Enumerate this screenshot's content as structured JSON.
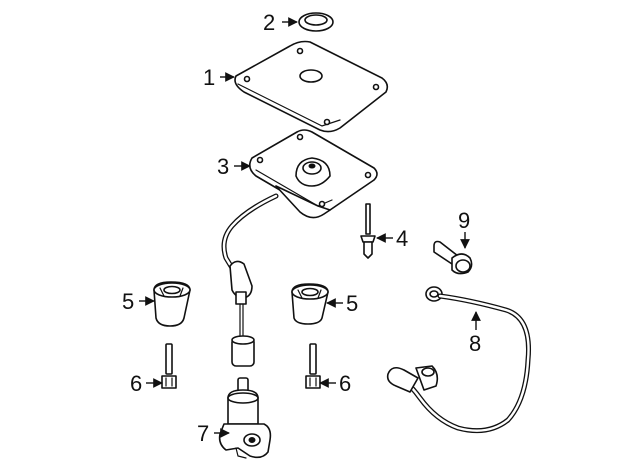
{
  "diagram": {
    "callouts": [
      {
        "id": "1",
        "text": "1"
      },
      {
        "id": "2",
        "text": "2"
      },
      {
        "id": "3",
        "text": "3"
      },
      {
        "id": "4",
        "text": "4"
      },
      {
        "id": "5a",
        "text": "5"
      },
      {
        "id": "5b",
        "text": "5"
      },
      {
        "id": "6a",
        "text": "6"
      },
      {
        "id": "6b",
        "text": "6"
      },
      {
        "id": "7",
        "text": "7"
      },
      {
        "id": "8",
        "text": "8"
      },
      {
        "id": "9",
        "text": "9"
      }
    ]
  }
}
